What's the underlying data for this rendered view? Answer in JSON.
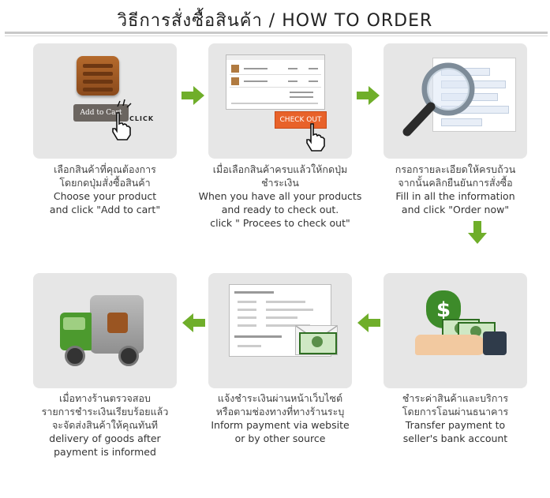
{
  "header": {
    "title": "วิธีการสั่งซื้อสินค้า / HOW TO ORDER"
  },
  "steps": [
    {
      "thai_lines": [
        "เลือกสินค้าที่คุณต้องการ",
        "โดยกดปุ่มสั่งซื้อสินค้า"
      ],
      "eng_lines": [
        "Choose your product",
        "and click \"Add to cart\""
      ],
      "button_label": "Add to Cart",
      "click_label": "CLICK"
    },
    {
      "thai_lines": [
        "เมื่อเลือกสินค้าครบแล้วให้กดปุ่ม",
        "ชำระเงิน"
      ],
      "eng_lines": [
        "When you have all your products",
        "and ready to check out.",
        "click \" Procees to check out\""
      ],
      "button_label": "CHECK OUT"
    },
    {
      "thai_lines": [
        "กรอกรายละเอียดให้ครบถ้วน",
        "จากนั้นคลิกยืนยันการสั่งซื้อ"
      ],
      "eng_lines": [
        "Fill in all the information",
        "and click \"Order now\""
      ]
    },
    {
      "thai_lines": [
        "ชำระค่าสินค้าและบริการ",
        "โดยการโอนผ่านธนาคาร"
      ],
      "eng_lines": [
        "Transfer payment to",
        "seller's bank account"
      ],
      "bag_symbol": "$"
    },
    {
      "thai_lines": [
        "แจ้งชำระเงินผ่านหน้าเว็บไซต์",
        "หรือตามช่องทางที่ทางร้านระบุ"
      ],
      "eng_lines": [
        "Inform payment via website",
        "or by other source"
      ]
    },
    {
      "thai_lines": [
        "เมื่อทางร้านตรวจสอบ",
        "รายการชำระเงินเรียบร้อยแล้ว",
        "จะจัดส่งสินค้าให้คุณทันที"
      ],
      "eng_lines": [
        "delivery of goods after",
        "payment is informed"
      ]
    }
  ],
  "colors": {
    "arrow_green": "#6fae2a",
    "panel_bg": "#e6e6e6",
    "checkout_orange": "#e8622a"
  },
  "icons": [
    "crate-icon",
    "hand-cursor-icon",
    "magnifier-icon",
    "money-bag-icon",
    "envelope-icon",
    "truck-icon",
    "arrow-right-icon",
    "arrow-down-icon",
    "arrow-left-icon"
  ]
}
